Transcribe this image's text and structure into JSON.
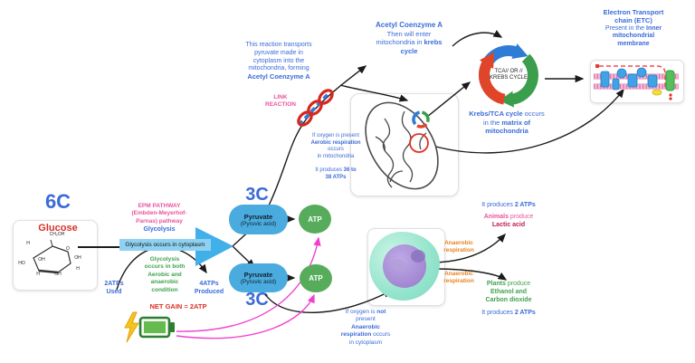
{
  "colors": {
    "blue_text": "#3A6BD8",
    "pink": "#E8549E",
    "red": "#DB3025",
    "green": "#3FA24E",
    "orange": "#E8821E",
    "magenta_arrow": "#F23FD0",
    "pyruvate_pill": "#4AABDF",
    "atp_circle": "#57AC5C",
    "glycolysis_arrow": "#41B0E8",
    "krebs_blue": "#2F7CD6",
    "krebs_green": "#3A9E4C",
    "krebs_red": "#E0452A"
  },
  "glucose": {
    "carbon": "6C",
    "name": "Glucose",
    "mol": {
      "top": "CH₂OH",
      "o": "O",
      "oh": "OH",
      "ho": "HO",
      "h": "H"
    }
  },
  "glycolysis": {
    "epm1": "EPM PATHWAY",
    "epm2": "(Embden-Meyerhof-",
    "epm3": "Parnas) pathway",
    "label": "Glycolysis",
    "banner": "Glycolysis occurs in cytoplasm",
    "note1": "Glycolysis",
    "note2": "occurs in both",
    "note3": "Aerobic and",
    "note4": "anaerobic",
    "note5": "condition",
    "used1": "2ATPs",
    "used2": "Used",
    "produced1": "4ATPs",
    "produced2": "Produced",
    "net_gain": "NET GAIN = 2ATP"
  },
  "pyruvate": {
    "carbon": "3C",
    "title": "Pyruvate",
    "subtitle": "(Pyruvic acid)",
    "atp": "ATP"
  },
  "link_reaction": {
    "note1": "This reaction transports",
    "note2": "pyruvate made in",
    "note3": "cytoplasm into the",
    "note4": "mitochondria, forming",
    "note5": "Acetyl Coenzyme A",
    "label1": "LINK",
    "label2": "REACTION"
  },
  "aerobic": {
    "l1": "If oxygen is present",
    "l2": "Aerobic respiration",
    "l3": "occurs",
    "l4": "in mitochondria",
    "p1": "It produces ",
    "p2": "36 to",
    "p3": "38 ATPs"
  },
  "acetyl": {
    "t": "Acetyl Coenzyme A",
    "l1": "Then will enter",
    "l2a": "mitochondria in ",
    "l2b": "krebs",
    "l3": "cycle"
  },
  "krebs": {
    "center1": "TCA// OR //",
    "center2": "KREBS CYCLE",
    "c1a": "Krebs/TCA cycle",
    "c1b": " occurs",
    "c2a": "in the ",
    "c2b": "matrix of",
    "c3": "mitochondria"
  },
  "etc": {
    "t1": "Electron Transport",
    "t2": "chain (ETC)",
    "t3a": "Present in the ",
    "t3b": "Inner",
    "t4": "mitochondrial",
    "t5": "membrane"
  },
  "anaerobic": {
    "l1a": "If oxygen is ",
    "l1b": "not",
    "l2": "present",
    "l3": "Anaerobic",
    "l4a": "respiration",
    "l4b": " occurs",
    "l5": "in cytoplasm",
    "resp1": "Anaerobic",
    "resp2": "respiration",
    "animals_a": "Animals",
    "animals_b": " produce",
    "animals_c": "Lactic acid",
    "plants_a": "Plants",
    "plants_b": " produce",
    "plants_c": "Ethanol and",
    "plants_d": "Carbon dioxide",
    "prod_a": "It produces ",
    "prod_b": "2 ATPs"
  }
}
